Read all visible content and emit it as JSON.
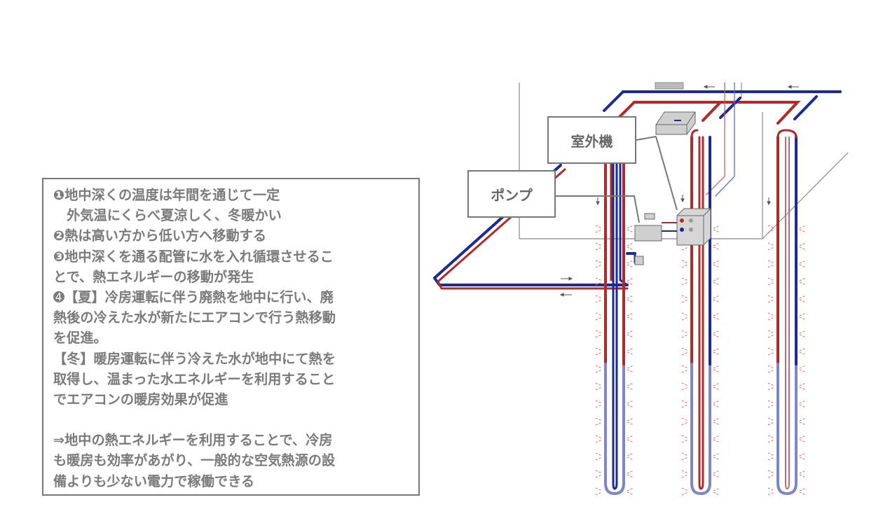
{
  "explanation": {
    "lines": [
      "❶地中深くの温度は年間を通じて一定",
      "　外気温にくらべ夏涼しく、冬暖かい",
      "❷熱は高い方から低い方へ移動する",
      "❸地中深くを通る配管に水を入れ循環させるこ",
      "とで、熱エネルギーの移動が発生",
      "➍【夏】冷房運転に伴う廃熱を地中に行い、廃",
      "熱後の冷えた水が新たにエアコンで行う熱移動",
      "を促進。",
      "【冬】暖房運転に伴う冷えた水が地中にて熱を",
      "取得し、温まった水エネルギーを利用すること",
      "でエアコンの暖房効果が促進",
      "",
      "⇒地中の熱エネルギーを利用することで、冷房",
      "も暖房も効率があがり、一般的な空気熱源の設",
      "備よりも少ない電力で稼働できる"
    ]
  },
  "diagram": {
    "outdoor_unit_label": "室外機",
    "pump_label": "ポンプ"
  },
  "colors": {
    "hot_pipe": "#b02a2a",
    "cold_pipe": "#1a2a9a",
    "hot_ground": "#b56a7a",
    "cold_ground": "#7c86c8",
    "heat_tick": "#e06a6a",
    "box_border": "#777777",
    "text": "#7a7a7a"
  }
}
